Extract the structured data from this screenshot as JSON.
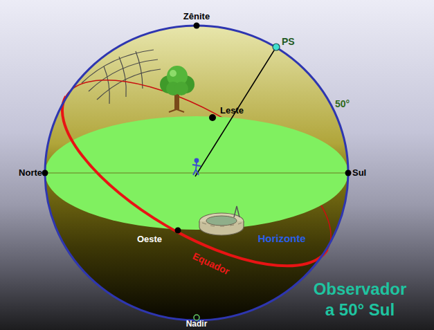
{
  "diagram": {
    "title": "Observador a 50° Sul",
    "labels": [
      "Zênite",
      "PS",
      "50°",
      "Leste",
      "Norte",
      "Sul",
      "Oeste",
      "Horizonte",
      "Equador",
      "Nadir"
    ]
  }
}
